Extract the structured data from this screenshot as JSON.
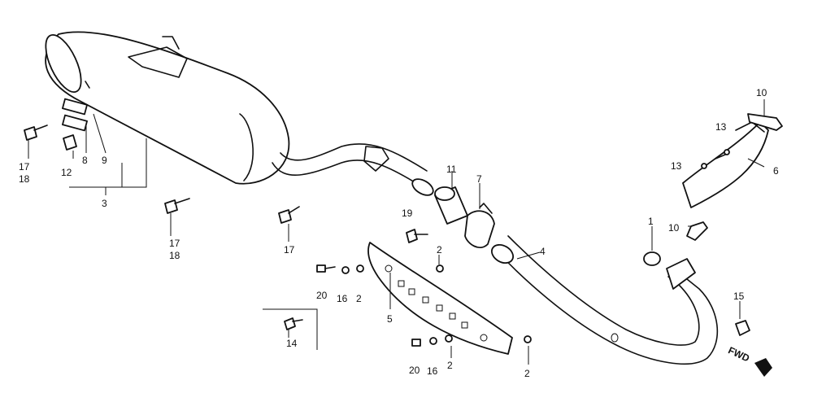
{
  "labels": {
    "l1": "1",
    "l2a": "2",
    "l2b": "2",
    "l2c": "2",
    "l2d": "2",
    "l3": "3",
    "l4": "4",
    "l5": "5",
    "l6": "6",
    "l7": "7",
    "l8": "8",
    "l9": "9",
    "l10a": "10",
    "l10b": "10",
    "l11": "11",
    "l12": "12",
    "l13a": "13",
    "l13b": "13",
    "l14": "14",
    "l15": "15",
    "l16a": "16",
    "l16b": "16",
    "l17a": "17",
    "l18a": "18",
    "l17b": "17",
    "l18b": "18",
    "l17c": "17",
    "l19": "19",
    "l20a": "20",
    "l20b": "20",
    "fwd": "FWD"
  }
}
